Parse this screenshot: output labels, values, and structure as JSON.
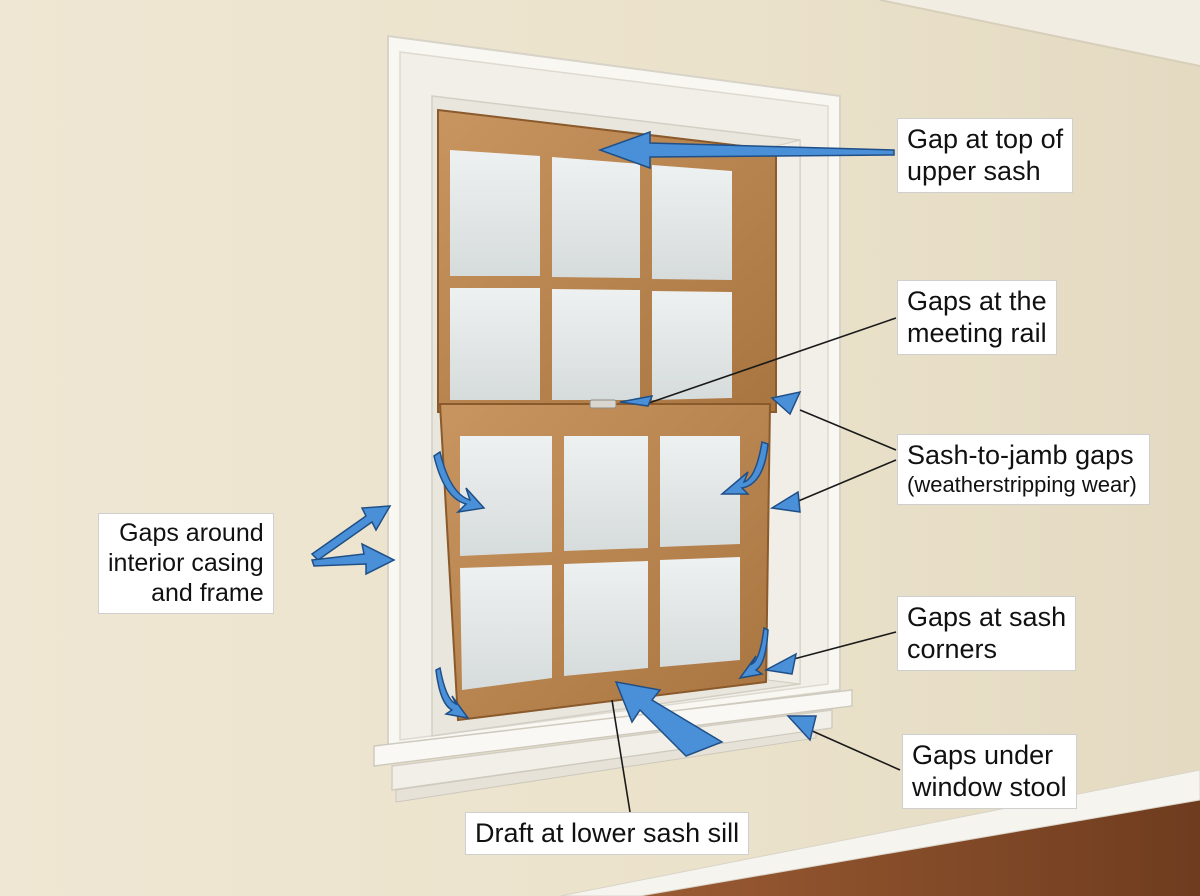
{
  "callouts": {
    "top_sash": [
      "Gap at top of",
      "upper sash"
    ],
    "meeting_rail": [
      "Gaps at the",
      "meeting rail"
    ],
    "jamb": [
      "Sash-to-jamb gaps",
      "(weatherstripping wear)"
    ],
    "casing": [
      "Gaps around",
      "interior casing",
      "and frame"
    ],
    "corners": [
      "Gaps at sash",
      "corners"
    ],
    "stool": [
      "Gaps under",
      "window stool"
    ],
    "sill": [
      "Draft at lower sash sill"
    ]
  },
  "colors": {
    "wall": "#ede4cf",
    "trim": "#f7f5ef",
    "wood": "#b9854f",
    "glass": "#e2e6e6",
    "floor": "#8a4f2c",
    "arrow": "#4a90d9",
    "arrow_outline": "#1f4f86"
  }
}
